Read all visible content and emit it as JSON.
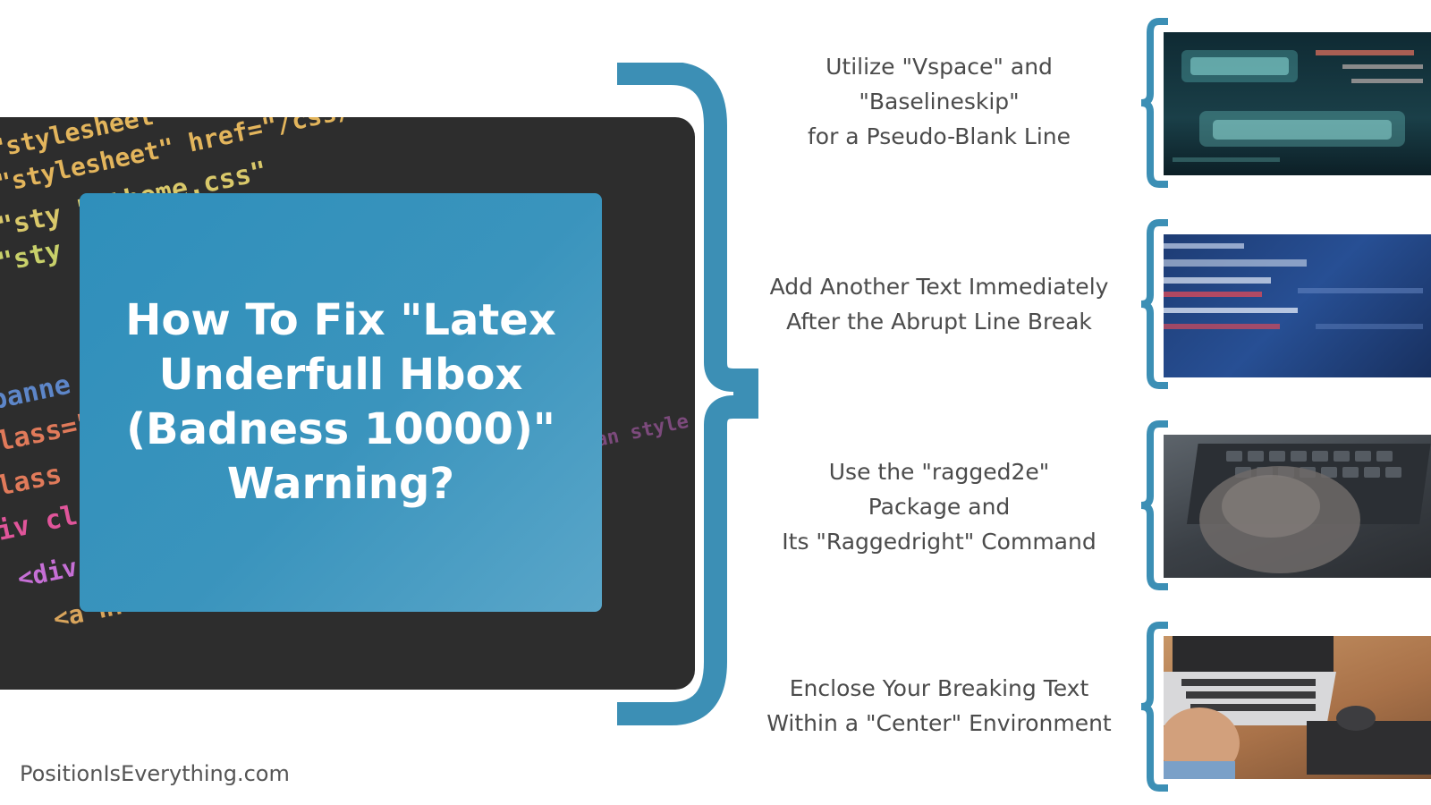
{
  "hero": {
    "title": "How To Fix \"Latex\nUnderfull Hbox\n(Badness 10000)\"\nWarning?"
  },
  "tips": [
    {
      "text": "Utilize \"Vspace\" and\n\"Baselineskip\"\nfor a Pseudo-Blank Line"
    },
    {
      "text": "Add Another Text Immediately\nAfter the Abrupt Line Break"
    },
    {
      "text": "Use the \"ragged2e\"\nPackage and\nIts \"Raggedright\" Command"
    },
    {
      "text": "Enclose Your Breaking Text\nWithin a \"Center\" Environment"
    }
  ],
  "footer": {
    "site": "PositionIsEverything.com"
  },
  "colors": {
    "accent": "#3c8fb5",
    "panel": "#2d2d2d",
    "card": "#3a94bd",
    "text": "#4b4b4b"
  },
  "icons": {
    "main_brace": "curly-brace-icon",
    "item_brace": "small-brace-icon"
  }
}
